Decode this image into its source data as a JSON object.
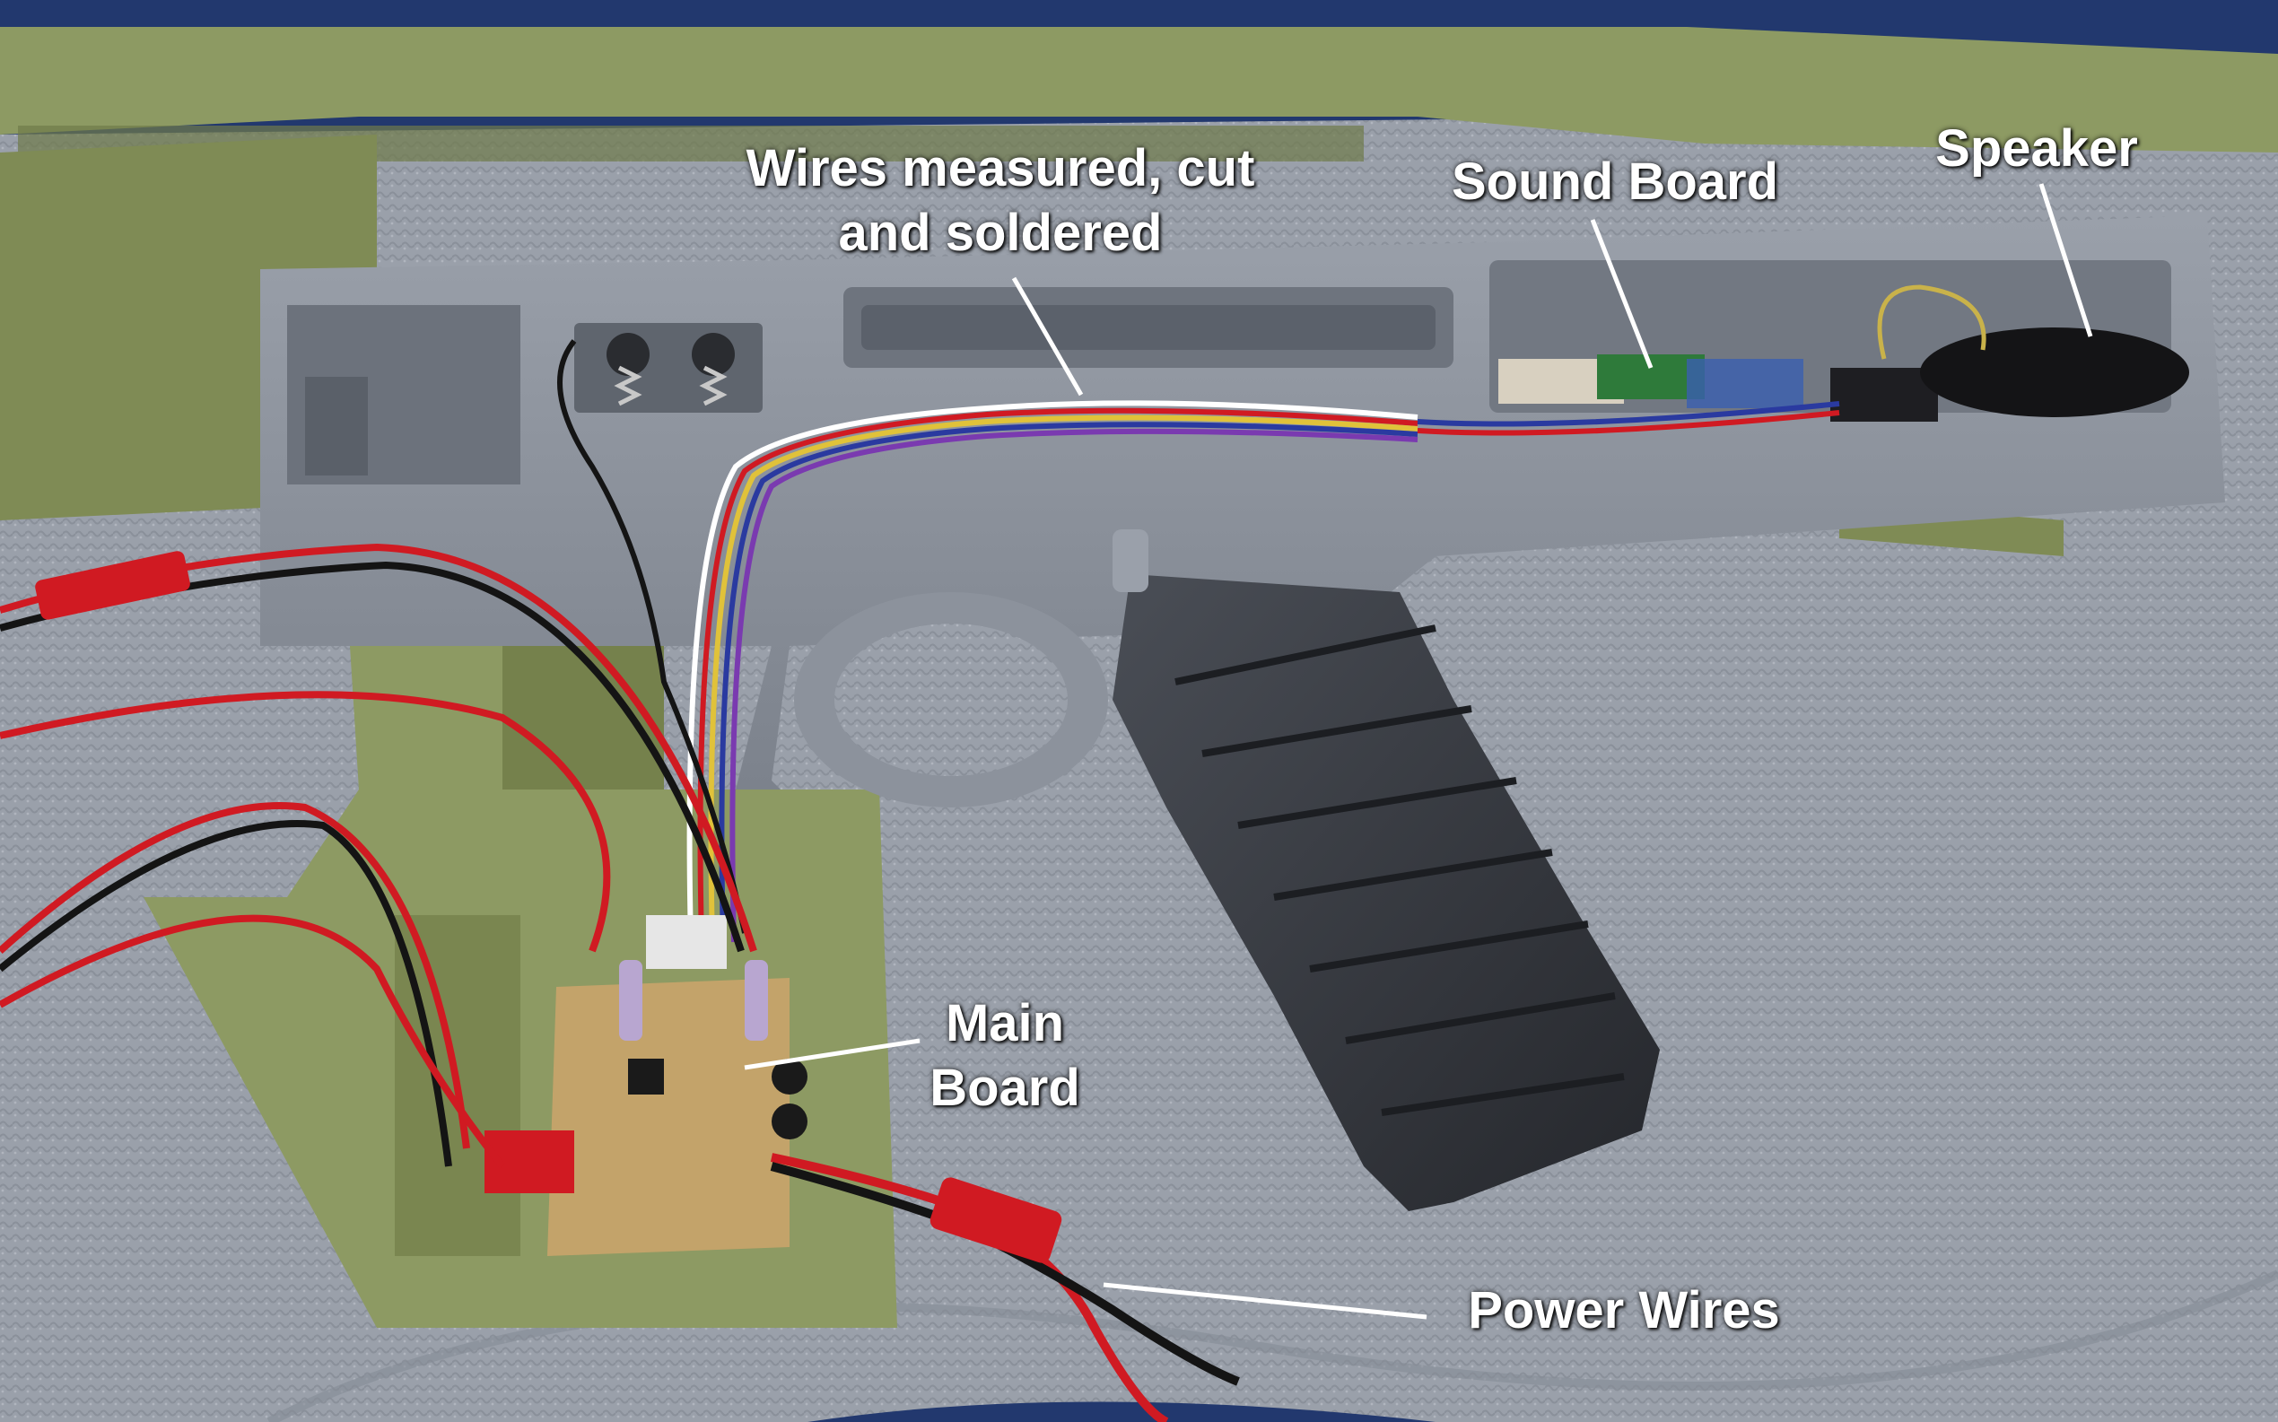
{
  "photo": {
    "colors": {
      "fabric": "#9ba1ab",
      "blue_cloth": "#22386e",
      "green_frame": "#8d9a63",
      "grey_receiver": "#8c929c",
      "black_grip": "#33363c",
      "pcb": "#c9a46a",
      "wire_red": "#d01a22",
      "wire_black": "#141414",
      "label_text": "#ffffff"
    }
  },
  "annotations": {
    "wires": {
      "line1": "Wires measured, cut",
      "line2": "and soldered"
    },
    "sound_board": {
      "text": "Sound Board"
    },
    "speaker": {
      "text": "Speaker"
    },
    "main_board": {
      "line1": "Main",
      "line2": "Board"
    },
    "power_wires": {
      "text": "Power Wires"
    }
  }
}
